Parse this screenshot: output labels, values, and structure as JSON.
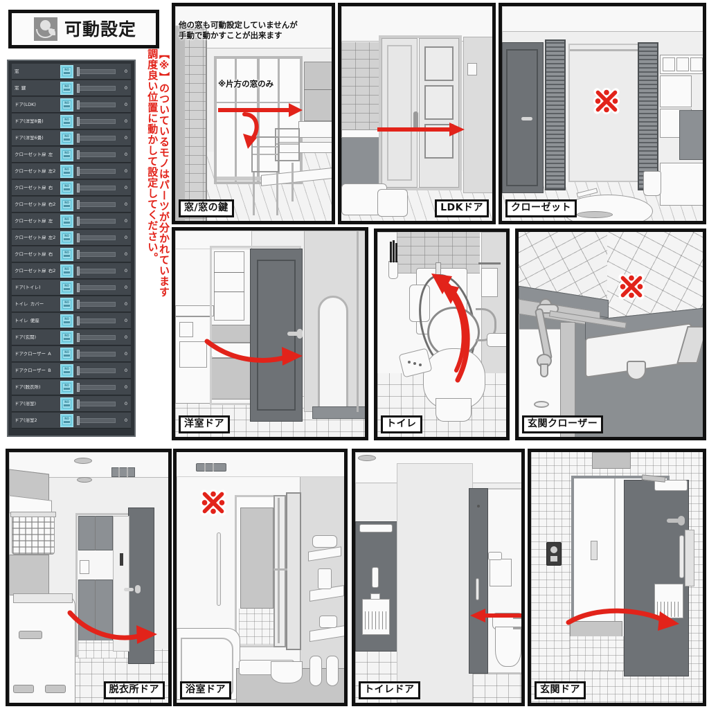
{
  "header": {
    "title": "可動設定",
    "icon": "movable-setting-icon"
  },
  "settings": {
    "rows": [
      {
        "label": "窓",
        "toggle": "NO",
        "value": "0"
      },
      {
        "label": "窓_鍵",
        "toggle": "NO",
        "value": "0"
      },
      {
        "label": "ドア(LDK)",
        "toggle": "NO",
        "value": "0"
      },
      {
        "label": "ドア(洋室8畳)",
        "toggle": "NO",
        "value": "0"
      },
      {
        "label": "ドア(洋室6畳)",
        "toggle": "NO",
        "value": "0"
      },
      {
        "label": "クローゼット扉_左",
        "toggle": "NO",
        "value": "0"
      },
      {
        "label": "クローゼット扉_左2",
        "toggle": "NO",
        "value": "0"
      },
      {
        "label": "クローゼット扉_右",
        "toggle": "NO",
        "value": "0"
      },
      {
        "label": "クローゼット扉_右2",
        "toggle": "NO",
        "value": "0"
      },
      {
        "label": "クローゼット扉_左",
        "toggle": "NO",
        "value": "0"
      },
      {
        "label": "クローゼット扉_左2",
        "toggle": "NO",
        "value": "0"
      },
      {
        "label": "クローゼット扉_右",
        "toggle": "NO",
        "value": "0"
      },
      {
        "label": "クローゼット扉_右2",
        "toggle": "NO",
        "value": "0"
      },
      {
        "label": "ドア(トイレ)",
        "toggle": "NO",
        "value": "0"
      },
      {
        "label": "トイレ_カバー",
        "toggle": "NO",
        "value": "0"
      },
      {
        "label": "トイレ_便座",
        "toggle": "NO",
        "value": "0"
      },
      {
        "label": "ドア(玄関)",
        "toggle": "NO",
        "value": "0"
      },
      {
        "label": "ドアクローザー_A",
        "toggle": "NO",
        "value": "0"
      },
      {
        "label": "ドアクローザー_B",
        "toggle": "NO",
        "value": "0"
      },
      {
        "label": "ドア(脱衣所)",
        "toggle": "NO",
        "value": "0"
      },
      {
        "label": "ドア(浴室)",
        "toggle": "NO",
        "value": "0"
      },
      {
        "label": "ドア(浴室2",
        "toggle": "NO",
        "value": "0"
      }
    ]
  },
  "red_note": {
    "line_right": "【※】のついているモノはパーツが分かれています",
    "line_left": "調度良い位置に動かして設定してください。",
    "color": "#e2231a"
  },
  "panels": [
    {
      "id": "window-lock",
      "caption": "窓/窓の鍵",
      "notes": [
        "他の窓も可動設定していませんが\n手動で動かすことが出来ます",
        "※片方の窓のみ"
      ],
      "kome": false
    },
    {
      "id": "ldk-door",
      "caption": "LDKドア",
      "notes": [],
      "kome": false
    },
    {
      "id": "closet",
      "caption": "クローゼット",
      "notes": [],
      "kome": true
    },
    {
      "id": "western-room-door",
      "caption": "洋室ドア",
      "notes": [],
      "kome": false
    },
    {
      "id": "toilet",
      "caption": "トイレ",
      "notes": [],
      "kome": false
    },
    {
      "id": "entrance-closer",
      "caption": "玄関クローザー",
      "notes": [],
      "kome": true
    },
    {
      "id": "dressing-room-door",
      "caption": "脱衣所ドア",
      "notes": [],
      "kome": false
    },
    {
      "id": "bathroom-door",
      "caption": "浴室ドア",
      "notes": [],
      "kome": true
    },
    {
      "id": "toilet-door",
      "caption": "トイレドア",
      "notes": [],
      "kome": false
    },
    {
      "id": "entrance-door",
      "caption": "玄関ドア",
      "notes": [],
      "kome": false
    }
  ],
  "colors": {
    "arrow_red": "#e2231a",
    "kome_red": "#e2231a",
    "panel_border": "#111111",
    "toggle_cyan": "#7fd6e8",
    "list_bg": "#2e3338",
    "row_bg": "#41474d"
  }
}
